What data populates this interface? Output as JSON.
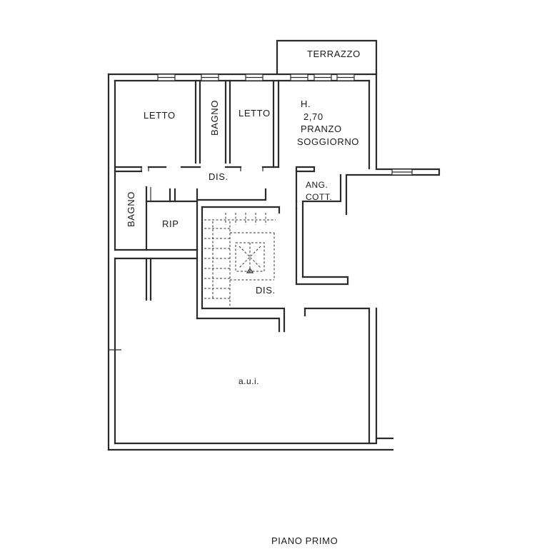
{
  "plan": {
    "rooms": {
      "terrazzo": "TERRAZZO",
      "letto_1": "LETTO",
      "bagno_1": "BAGNO",
      "letto_2": "LETTO",
      "height_h": "H.",
      "height_value": "2,70",
      "pranzo": "PRANZO",
      "soggiorno": "SOGGIORNO",
      "dis_1": "DIS.",
      "ang": "ANG.",
      "cott": "COTT.",
      "bagno_2": "BAGNO",
      "rip": "RIP",
      "dis_2": "DIS.",
      "aui": "a.u.i."
    },
    "floor_title": "PIANO PRIMO"
  }
}
